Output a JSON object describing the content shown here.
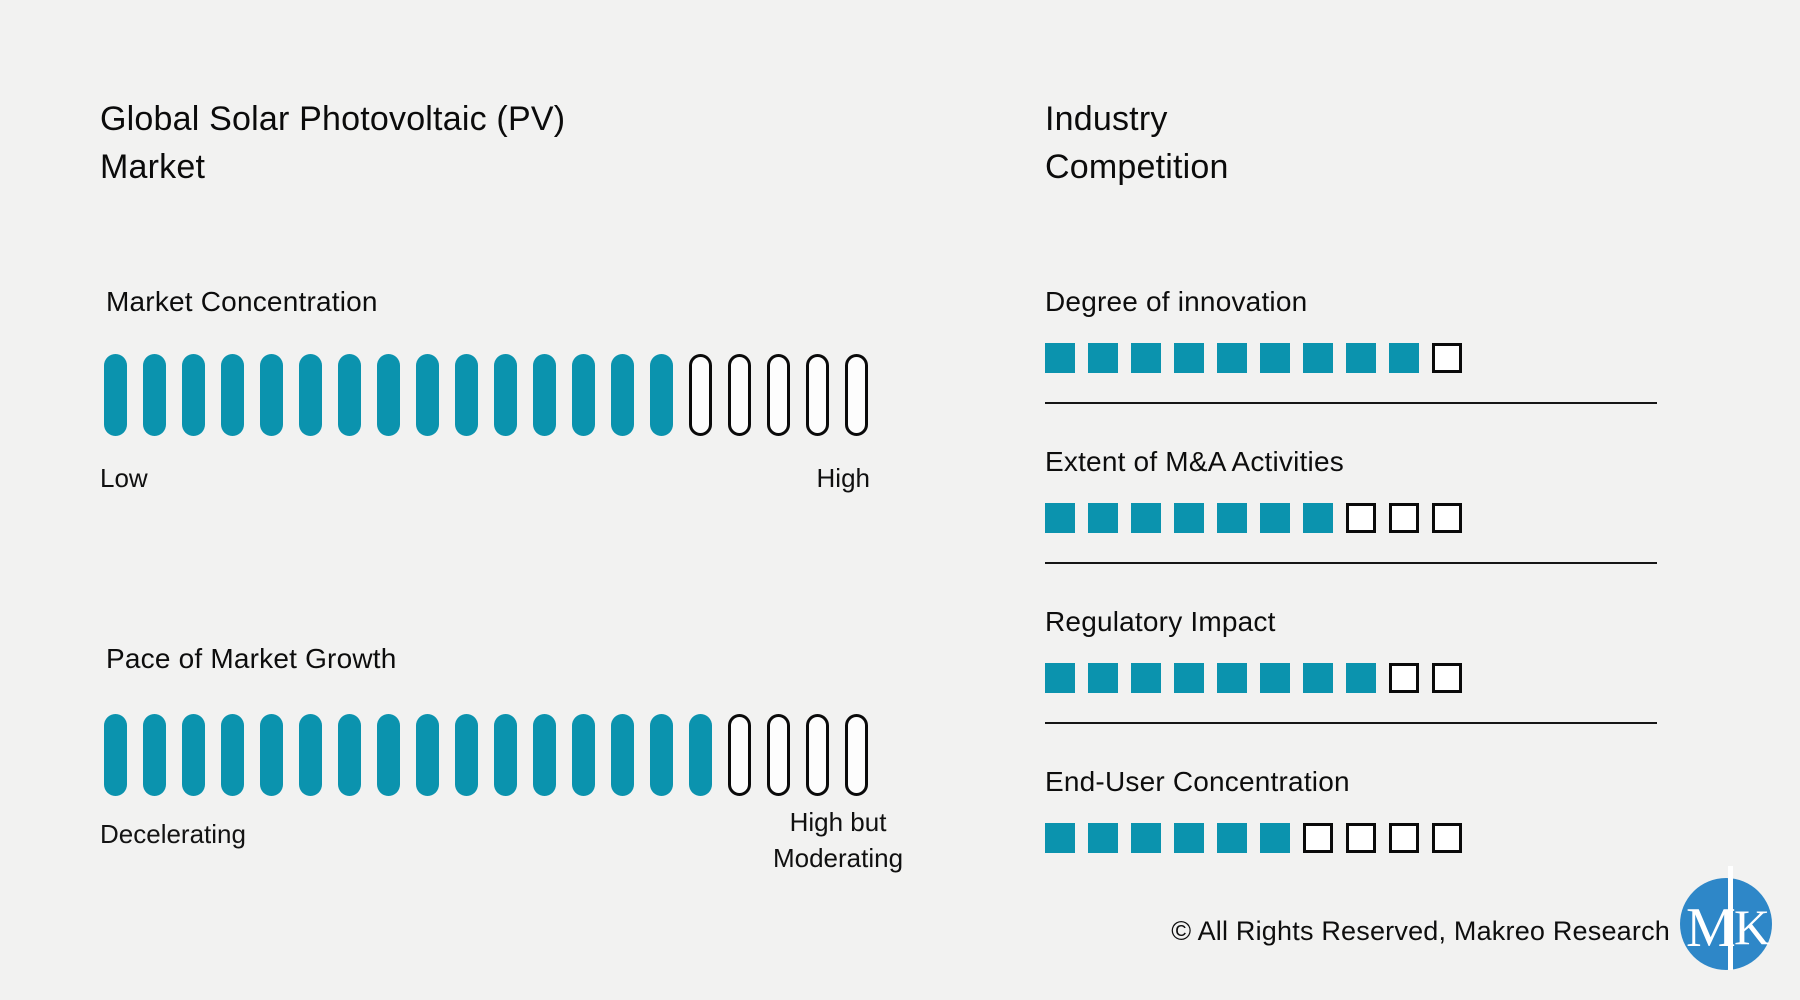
{
  "page": {
    "background": "#f2f2f1"
  },
  "left_panel": {
    "title_lines": [
      "Global Solar Photovoltaic (PV)",
      "Market"
    ],
    "sections": [
      {
        "heading": "Market Concentration",
        "total": 20,
        "filled": 15,
        "low_label": "Low",
        "high_label_lines": [
          "High"
        ]
      },
      {
        "heading": "Pace of Market Growth",
        "total": 20,
        "filled": 16,
        "low_label": "Decelerating",
        "high_label_lines": [
          "High but",
          "Moderating"
        ]
      }
    ]
  },
  "right_panel": {
    "title_lines": [
      "Industry",
      "Competition"
    ],
    "sections": [
      {
        "heading": "Degree of innovation",
        "total": 10,
        "filled": 9
      },
      {
        "heading": "Extent of M&A Activities",
        "total": 10,
        "filled": 7
      },
      {
        "heading": "Regulatory Impact",
        "total": 10,
        "filled": 8
      },
      {
        "heading": "End-User Concentration",
        "total": 10,
        "filled": 6
      }
    ]
  },
  "footer": {
    "copyright": "© All Rights Reserved, Makreo Research",
    "logo_letter_m": "M",
    "logo_letter_k": "K"
  },
  "colors": {
    "teal": "#0b93ae",
    "logo_blue": "#2e87c8",
    "text": "#141414",
    "background": "#f2f2f1",
    "divider": "#161616"
  },
  "chart_data": [
    {
      "type": "bar",
      "title": "Global Solar Photovoltaic (PV) Market",
      "categories": [
        "Market Concentration",
        "Pace of Market Growth"
      ],
      "values": [
        15,
        16
      ],
      "value_max": 20,
      "units": "filled segments out of 20",
      "scale_annotations": [
        {
          "category": "Market Concentration",
          "low_end": "Low",
          "high_end": "High"
        },
        {
          "category": "Pace of Market Growth",
          "low_end": "Decelerating",
          "high_end": "High but Moderating"
        }
      ],
      "legend_position": "none",
      "grid": false
    },
    {
      "type": "bar",
      "title": "Industry Competition",
      "categories": [
        "Degree of innovation",
        "Extent of M&A Activities",
        "Regulatory Impact",
        "End-User Concentration"
      ],
      "values": [
        9,
        7,
        8,
        6
      ],
      "value_max": 10,
      "units": "filled segments out of 10",
      "legend_position": "none",
      "grid": false
    }
  ]
}
